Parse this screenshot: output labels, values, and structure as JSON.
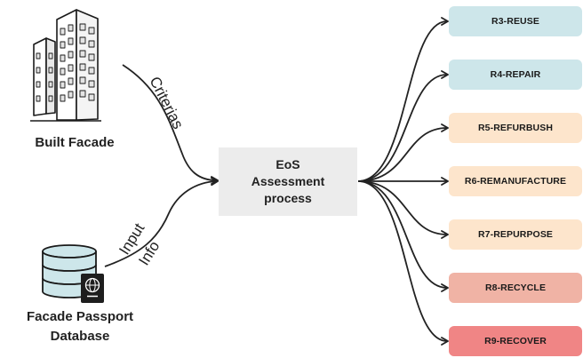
{
  "diagram": {
    "sources": {
      "built_facade": "Built Facade",
      "passport_line1": "Facade Passport",
      "passport_line2": "Database"
    },
    "edge_labels": {
      "criterias": "Criterias",
      "input": "Input",
      "info": "Info"
    },
    "process": {
      "line1": "EoS",
      "line2": "Assessment",
      "line3": "process"
    },
    "outcomes": [
      {
        "label": "R3-REUSE",
        "color": "#cde6ea"
      },
      {
        "label": "R4-REPAIR",
        "color": "#cde6ea"
      },
      {
        "label": "R5-REFURBUSH",
        "color": "#fde5cc"
      },
      {
        "label": "R6-REMANUFACTURE",
        "color": "#fde5cc"
      },
      {
        "label": "R7-REPURPOSE",
        "color": "#fde5cc"
      },
      {
        "label": "R8-RECYCLE",
        "color": "#f0b3a5"
      },
      {
        "label": "R9-RECOVER",
        "color": "#f08585"
      }
    ],
    "colors": {
      "arrow": "#222222",
      "process_fill": "#ececec"
    }
  }
}
